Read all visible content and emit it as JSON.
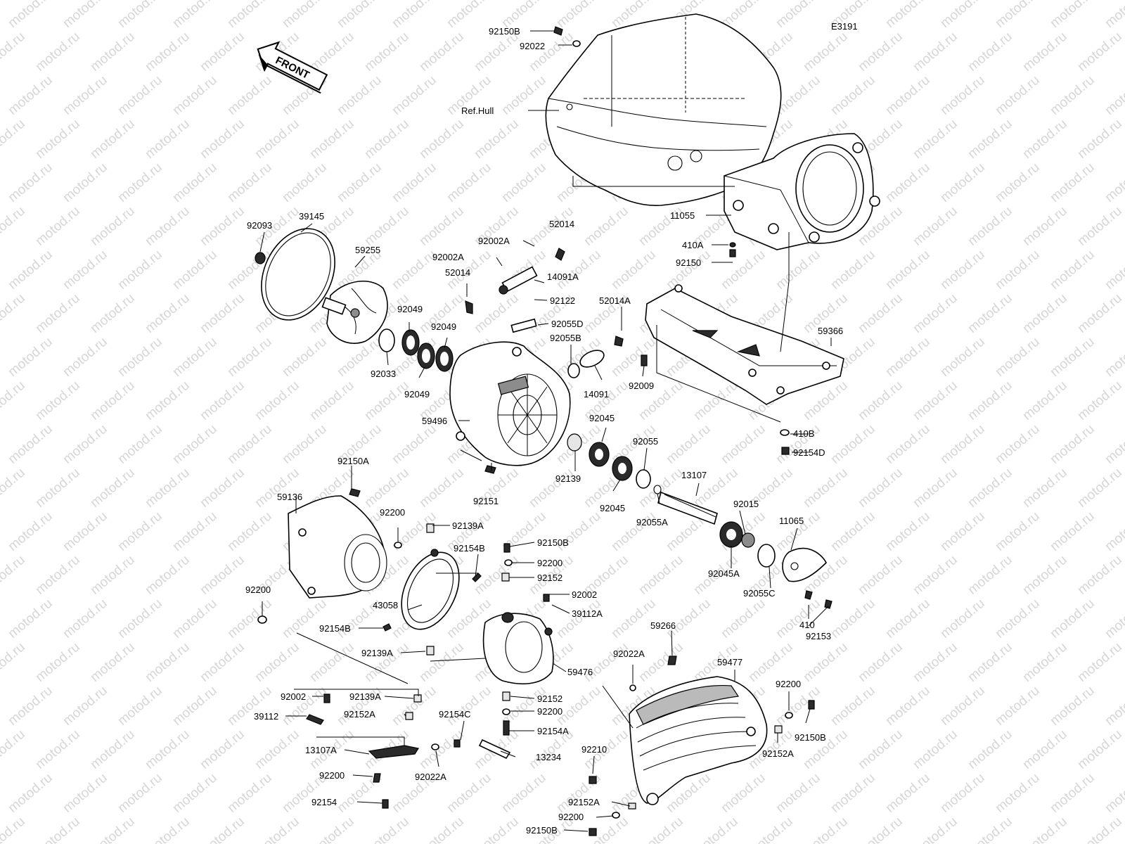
{
  "diagram": {
    "code": "E3191",
    "front_label": "FRONT",
    "watermark": "motod.ru",
    "labels": {
      "L92150B_top": "92150B",
      "L92022_top": "92022",
      "Lrefhull": "Ref.Hull",
      "L11055": "11055",
      "L410A": "410A",
      "L92150": "92150",
      "L59366": "59366",
      "L410B": "410B",
      "L92154D": "92154D",
      "L92093": "92093",
      "L39145": "39145",
      "L59255": "59255",
      "L92002A_1": "92002A",
      "L52014_r": "52014",
      "L92002A_2": "92002A",
      "L52014_l": "52014",
      "L14091A": "14091A",
      "L92122": "92122",
      "L92055D": "92055D",
      "L52014A": "52014A",
      "L92055B": "92055B",
      "L92049_1": "92049",
      "L92049_2": "92049",
      "L92033": "92033",
      "L92049_3": "92049",
      "L14091": "14091",
      "L92009": "92009",
      "L59496": "59496",
      "L92045_1": "92045",
      "L92055": "92055",
      "L92139": "92139",
      "L92045_2": "92045",
      "L92055A": "92055A",
      "L13107": "13107",
      "L92015": "92015",
      "L11065": "11065",
      "L92045A": "92045A",
      "L92055C": "92055C",
      "L410": "410",
      "L92153": "92153",
      "L92151": "92151",
      "L92150A": "92150A",
      "L59136": "59136",
      "L92200_a": "92200",
      "L92139A_1": "92139A",
      "L92150B_m": "92150B",
      "L92154B_1": "92154B",
      "L92200_b": "92200",
      "L92152_1": "92152",
      "L92200_c": "92200",
      "L43058": "43058",
      "L92002_m": "92002",
      "L39112A": "39112A",
      "L92154B_2": "92154B",
      "L92139A_2": "92139A",
      "L59476": "59476",
      "L59266": "59266",
      "L92022A_1": "92022A",
      "L59477": "59477",
      "L92152_2": "92152",
      "L92200_d": "92200",
      "L92154A": "92154A",
      "L92154C": "92154C",
      "L13234": "13234",
      "L92002_l": "92002",
      "L92139A_3": "92139A",
      "L39112": "39112",
      "L92152A_1": "92152A",
      "L13107A": "13107A",
      "L92200_e": "92200",
      "L92022A_2": "92022A",
      "L92154": "92154",
      "L92210": "92210",
      "L92200_f": "92200",
      "L92150B_r": "92150B",
      "L92152A_2": "92152A",
      "L92152A_3": "92152A",
      "L92200_g": "92200",
      "L92150B_b": "92150B"
    }
  }
}
